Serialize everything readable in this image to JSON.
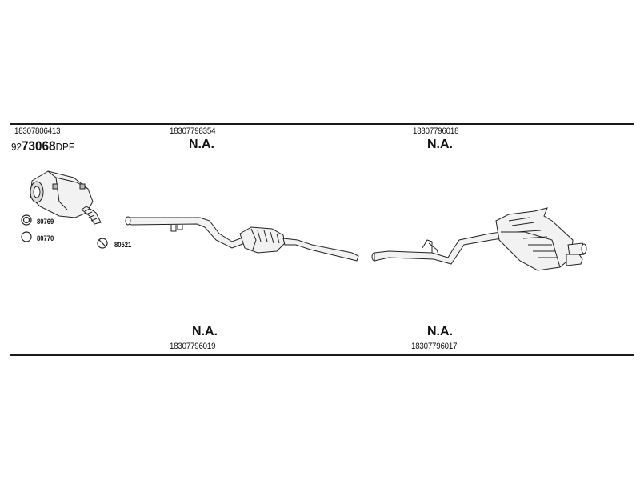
{
  "sections": [
    {
      "top_ref": "18307806413",
      "main_code": {
        "prefix": "92",
        "number": "73068",
        "suffix": "DPF"
      }
    },
    {
      "top_ref": "18307798354",
      "top_status": "N.A.",
      "bottom_status": "N.A.",
      "bottom_ref": "18307796019"
    },
    {
      "top_ref": "18307796018",
      "top_status": "N.A.",
      "bottom_status": "N.A.",
      "bottom_ref": "18307796017"
    }
  ],
  "fittings": [
    {
      "code": "80769",
      "icon": "clamp-ring-icon"
    },
    {
      "code": "80770",
      "icon": "gasket-ring-icon"
    },
    {
      "code": "80521",
      "icon": "clamp-ring-icon"
    }
  ],
  "colors": {
    "line": "#1a1a1a",
    "part_fill": "#f2f2f2",
    "part_stroke": "#222222"
  }
}
